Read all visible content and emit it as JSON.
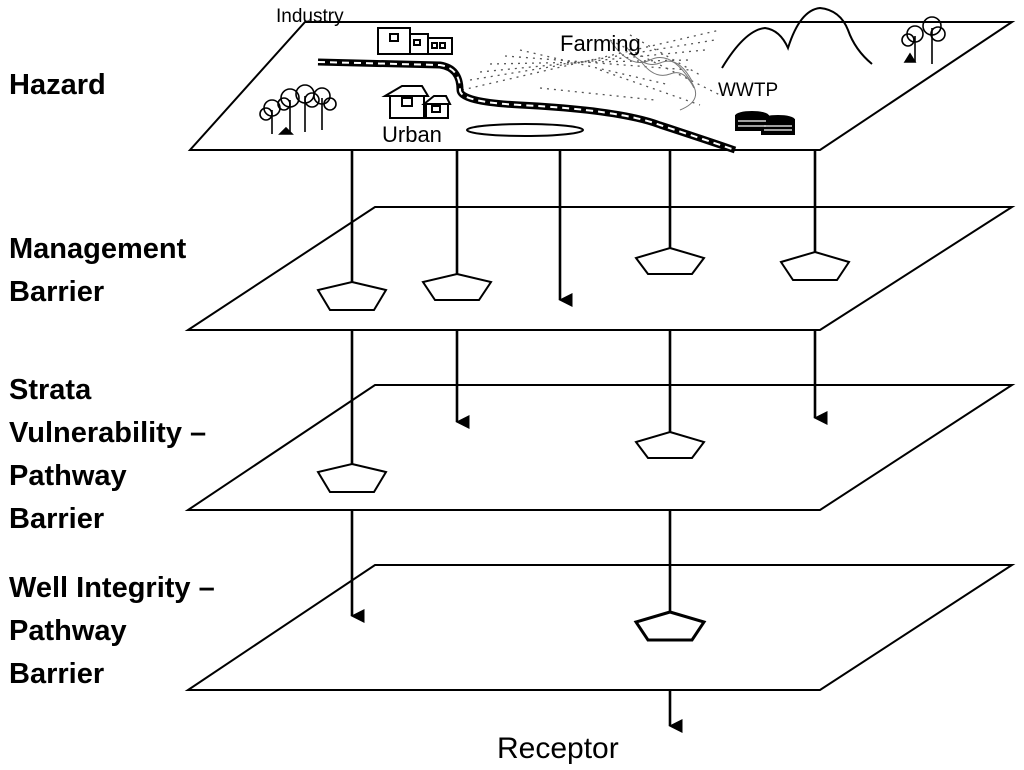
{
  "layers": [
    {
      "name": "hazard",
      "label_lines": [
        "Hazard"
      ]
    },
    {
      "name": "management",
      "label_lines": [
        "Management",
        "Barrier"
      ]
    },
    {
      "name": "strata",
      "label_lines": [
        "Strata",
        "Vulnerability –",
        "Pathway",
        "Barrier"
      ]
    },
    {
      "name": "well",
      "label_lines": [
        "Well Integrity –",
        "Pathway",
        "Barrier"
      ]
    }
  ],
  "hazard_map": {
    "industry": "Industry",
    "farming": "Farming",
    "urban": "Urban",
    "wwtp": "WWTP"
  },
  "receptor": "Receptor"
}
